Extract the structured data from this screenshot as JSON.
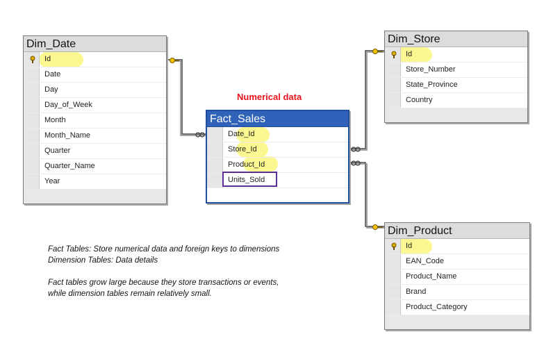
{
  "annotation": {
    "numerical_label": "Numerical data"
  },
  "tables": {
    "dim_date": {
      "title": "Dim_Date",
      "columns": [
        "Id",
        "Date",
        "Day",
        "Day_of_Week",
        "Month",
        "Month_Name",
        "Quarter",
        "Quarter_Name",
        "Year"
      ]
    },
    "fact_sales": {
      "title": "Fact_Sales",
      "columns": [
        "Date_Id",
        "Store_Id",
        "Product_Id",
        "Units_Sold"
      ]
    },
    "dim_store": {
      "title": "Dim_Store",
      "columns": [
        "Id",
        "Store_Number",
        "State_Province",
        "Country"
      ]
    },
    "dim_product": {
      "title": "Dim_Product",
      "columns": [
        "Id",
        "EAN_Code",
        "Product_Name",
        "Brand",
        "Product_Category"
      ]
    }
  },
  "notes": {
    "line1": "Fact Tables: Store numerical data and foreign keys to dimensions",
    "line2": "Dimension Tables: Data details",
    "line3": "Fact tables grow large because they store transactions or events,",
    "line4": "while dimension tables remain relatively small."
  },
  "colors": {
    "fact_header": "#2f62b8",
    "highlight": "#faf66e",
    "numerical_label": "#e8141c",
    "measure_box": "#5b2d9a"
  }
}
